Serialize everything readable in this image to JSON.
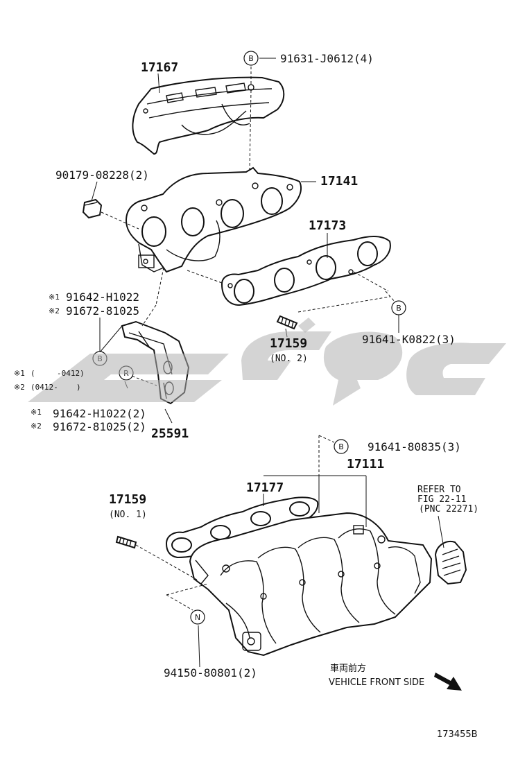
{
  "labels": {
    "p17167": "17167",
    "p91631": "91631-J0612(4)",
    "p90179": "90179-08228(2)",
    "p17141": "17141",
    "p17173": "17173",
    "mark1": "※1",
    "mark2": "※2",
    "p91642a": "91642-H1022",
    "p91672a": "91672-81025",
    "p17159a": "17159",
    "p17159a_sub": "(NO. 2)",
    "p91641k": "91641-K0822(3)",
    "range1_open": "(",
    "range1_val": "-0412)",
    "range2_val": "(0412-",
    "range2_close": ")",
    "p91642b": "91642-H1022(2)",
    "p91672b": "91672-81025(2)",
    "p25591": "25591",
    "p91641c": "91641-80835(3)",
    "p17111": "17111",
    "p17177": "17177",
    "refer1": "REFER TO",
    "refer2": "FIG 22-11",
    "refer3": "(PNC 22271)",
    "p17159b": "17159",
    "p17159b_sub": "(NO. 1)",
    "p94150": "94150-80801(2)",
    "front_jp": "車両前方",
    "front_en": "VEHICLE FRONT SIDE",
    "figure_no": "173455B"
  },
  "callouts": {
    "B": "B",
    "R": "R",
    "N": "N"
  },
  "icons": {
    "arrow": "front-direction-arrow-icon",
    "watermark": "watermark-logo"
  },
  "colors": {
    "line": "#111111",
    "watermark": "#b0b0b0",
    "background": "#ffffff"
  }
}
